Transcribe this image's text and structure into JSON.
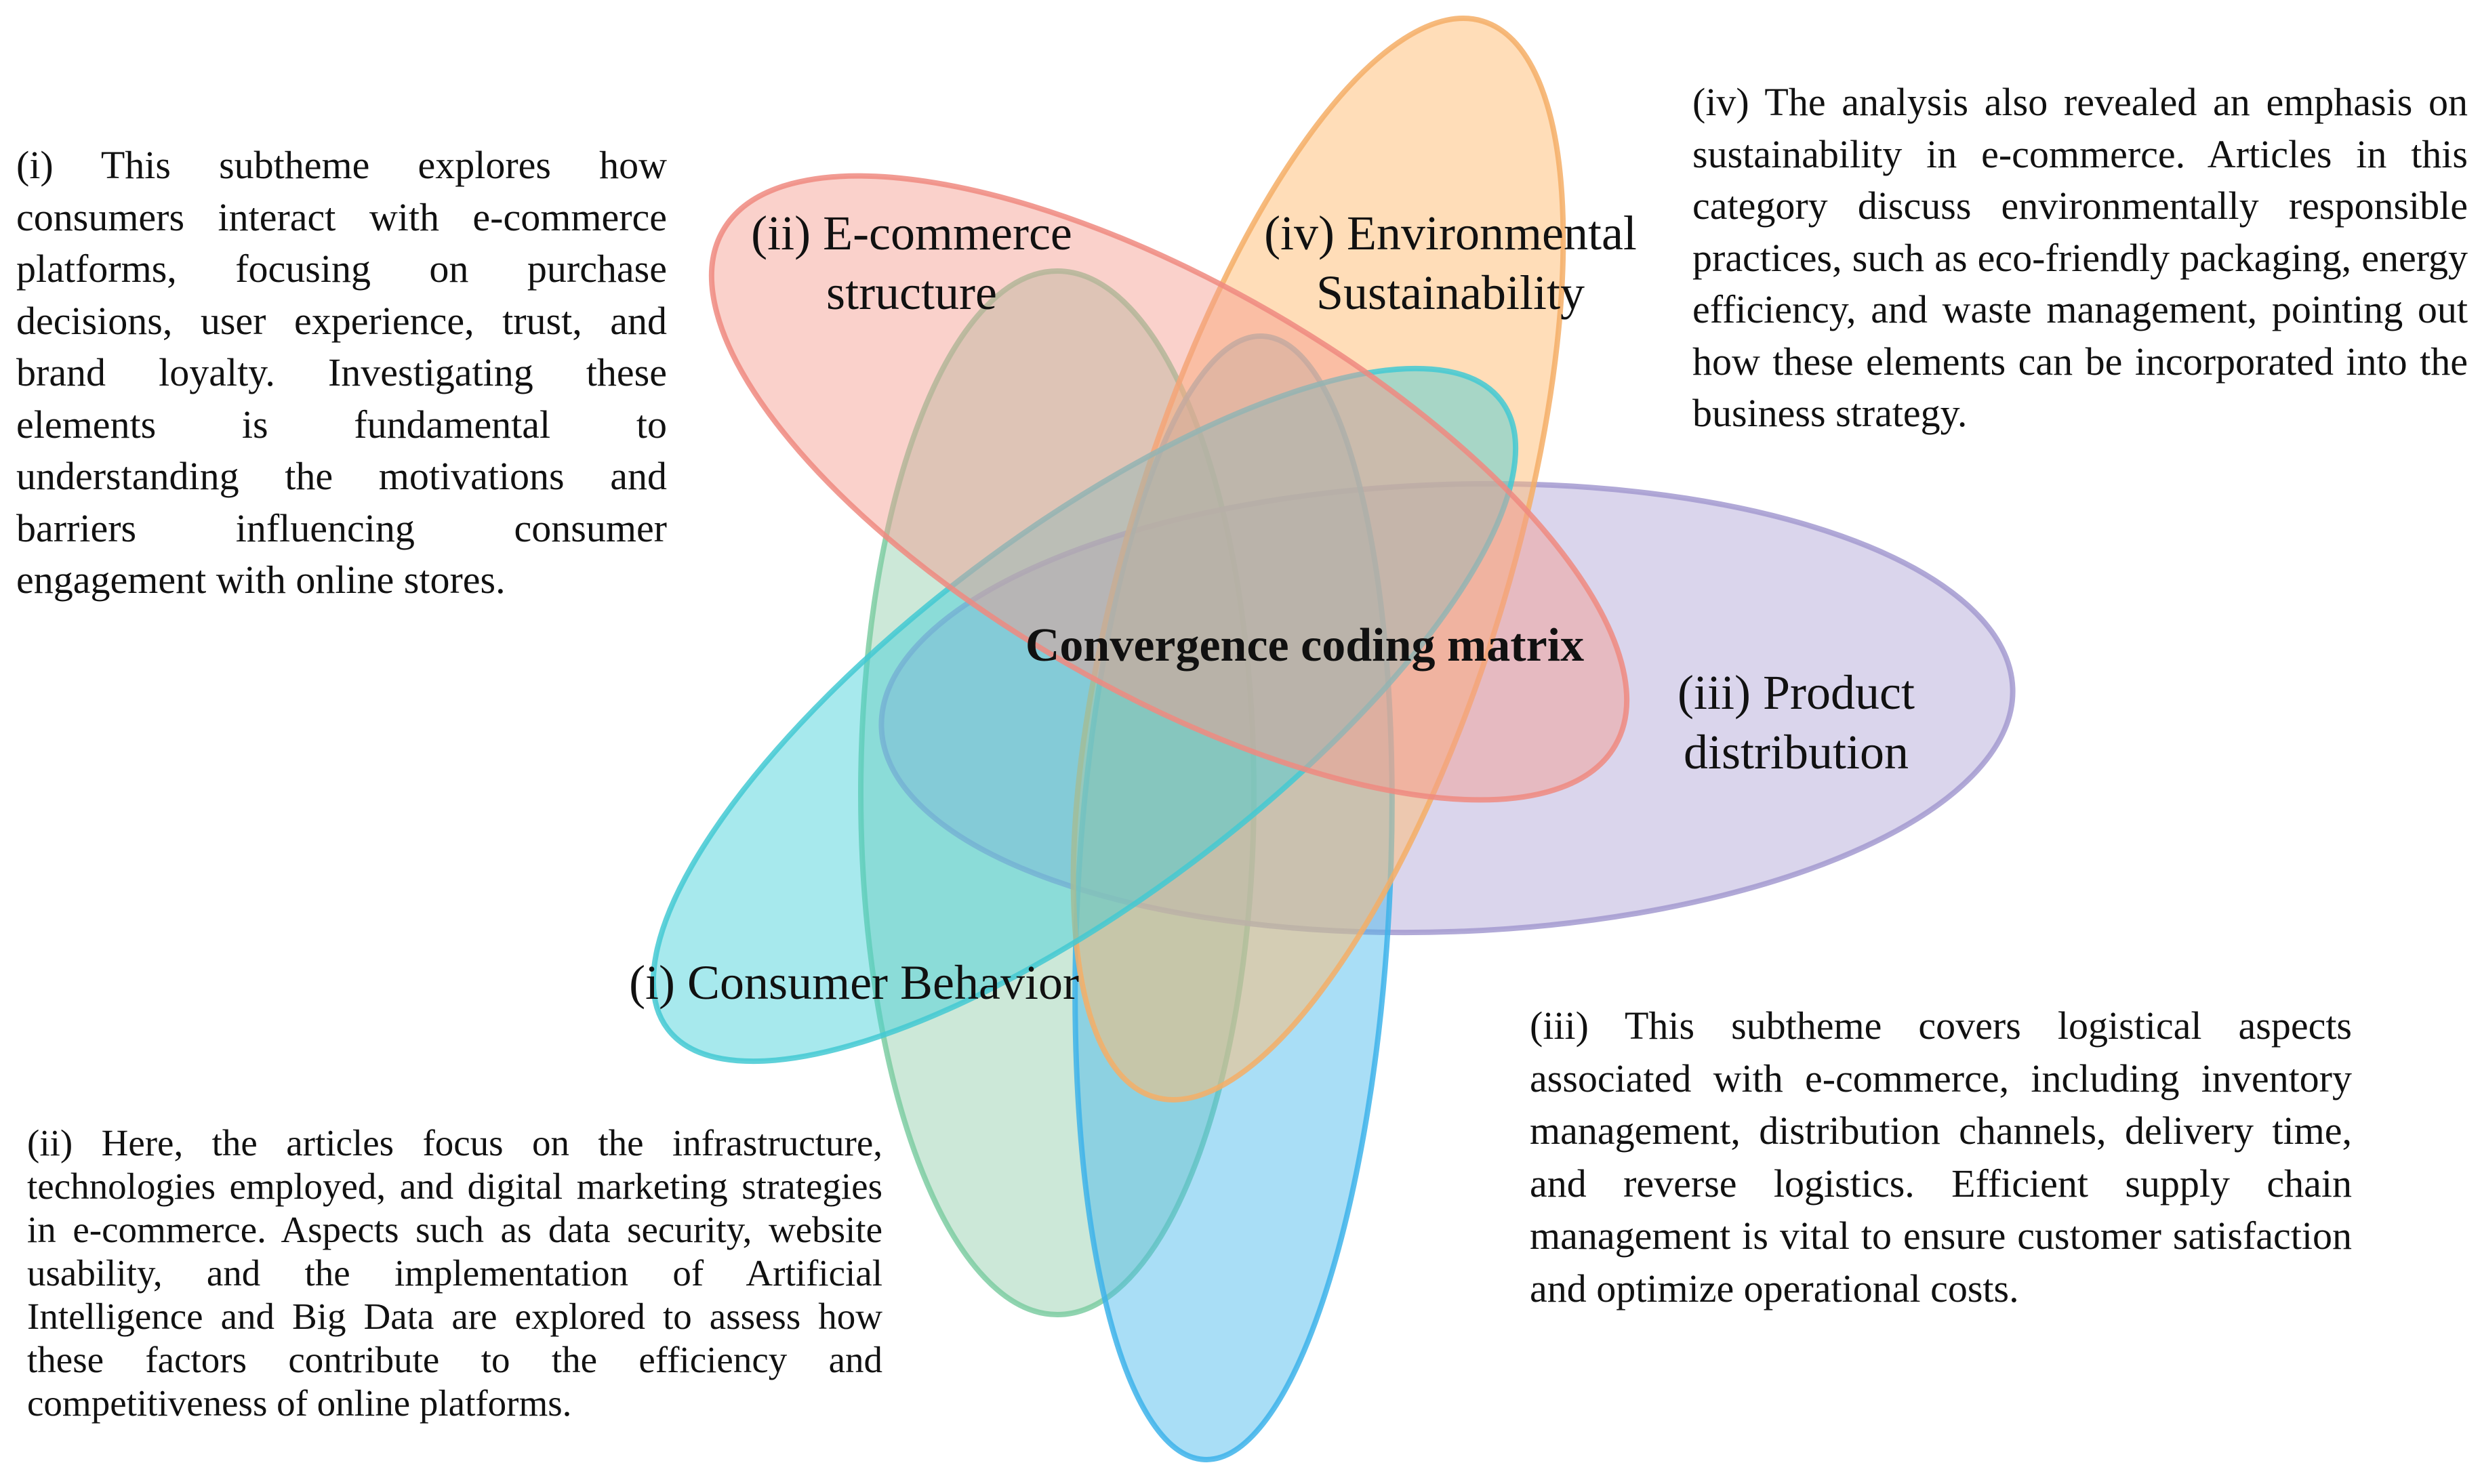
{
  "diagram": {
    "center_label": "Convergence coding matrix",
    "petals": [
      {
        "id": "i",
        "label_lines": [
          "(i) Consumer Behavior"
        ],
        "fill": "#3fcfd8",
        "stroke": "#43c9d2"
      },
      {
        "id": "ii",
        "label_lines": [
          "(ii) E-commerce",
          "structure"
        ],
        "fill": "#f59a8e",
        "stroke": "#ef8a80"
      },
      {
        "id": "iii",
        "label_lines": [
          "(iii) Product",
          "distribution"
        ],
        "fill": "#aea4d6",
        "stroke": "#a39ad0"
      },
      {
        "id": "iv",
        "label_lines": [
          "(iv) Environmental",
          "Sustainability"
        ],
        "fill": "#ffbb72",
        "stroke": "#f4ae66"
      },
      {
        "id": "v",
        "label_lines": [],
        "fill": "#43b6ec",
        "stroke": "#3db3ea"
      },
      {
        "id": "vi",
        "label_lines": [],
        "fill": "#86c9a2",
        "stroke": "#7ccca2"
      }
    ]
  },
  "descriptions": {
    "i": "(i) This subtheme explores how consumers interact with e-commerce platforms, focusing on purchase decisions, user experience, trust, and brand loyalty. Investigating these elements is fundamental to understanding the motivations and barriers influencing consumer engagement with online stores.",
    "ii": "(ii) Here, the articles focus on the infrastructure, technologies employed, and digital marketing strategies in e-commerce. Aspects such as data security, website usability, and the implementation of Artificial Intelligence and Big Data are explored to assess how these factors contribute to the efficiency and competitiveness of online platforms.",
    "iii": "(iii) This subtheme covers logistical aspects associated with e-commerce, including inventory management, distribution channels, delivery time, and reverse logistics. Efficient supply chain management is vital to ensure customer satisfaction and optimize operational costs.",
    "iv": "(iv) The analysis also revealed an emphasis on sustainability in e-commerce. Articles in this category discuss environmentally responsible practices, such as eco-friendly packaging, energy efficiency, and waste management, pointing out how these elements can be incorporated into the business strategy."
  }
}
